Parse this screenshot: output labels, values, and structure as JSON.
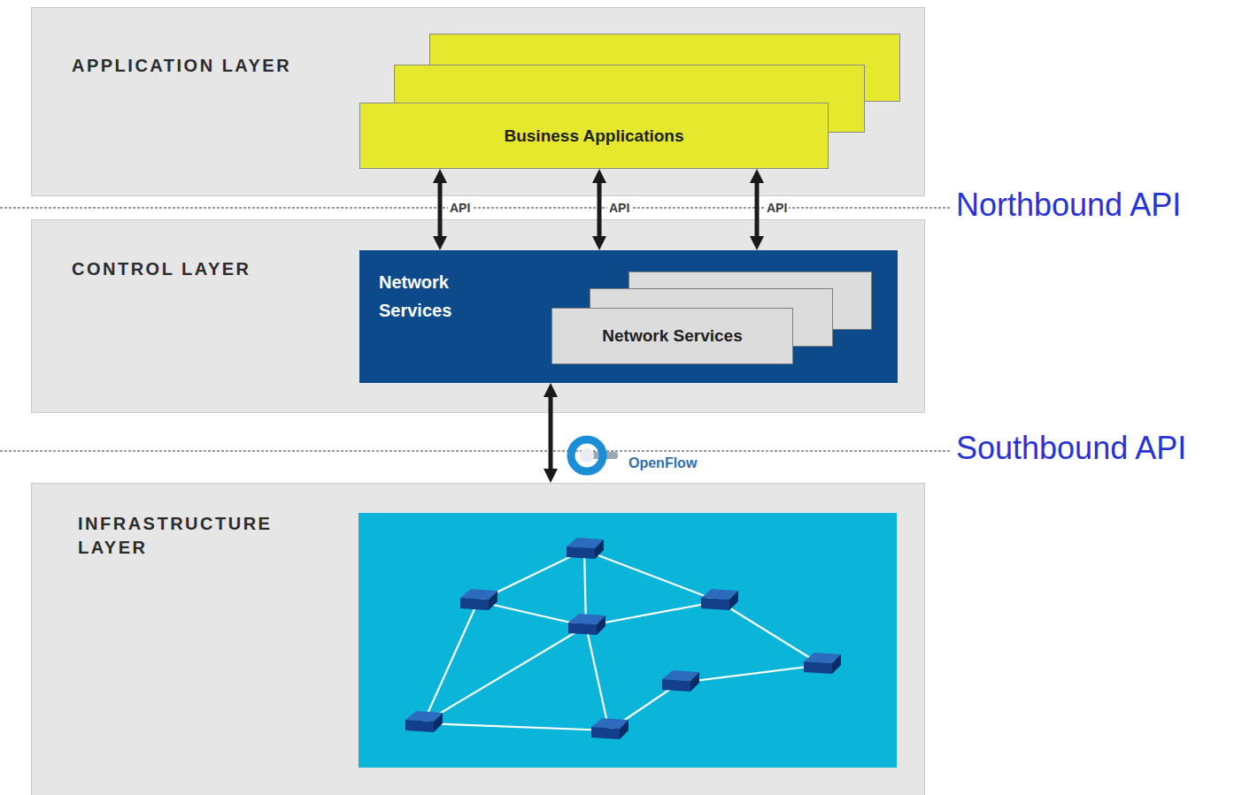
{
  "diagram": {
    "nodes": [
      {
        "text": [
          "APPLICATION LAYER"
        ]
      },
      {
        "text": [
          "Business Applications"
        ],
        "in": 0
      },
      {
        "text": [
          "CONTROL LAYER"
        ]
      },
      {
        "text": [
          "Network Services"
        ],
        "in": 2
      },
      {
        "text": [
          "Network Services"
        ],
        "in": 3
      },
      {
        "text": [
          "INFRASTRUCTURE LAYER"
        ]
      }
    ],
    "edges": [
      {
        "from": 1,
        "to": 3,
        "arrow": "both",
        "label": "API"
      },
      {
        "from": 1,
        "to": 3,
        "arrow": "both",
        "label": "API"
      },
      {
        "from": 1,
        "to": 3,
        "arrow": "both",
        "label": "API"
      },
      {
        "from": 3,
        "to": 5,
        "arrow": "both",
        "label": "OpenFlow"
      }
    ],
    "labels": [
      "Northbound API",
      "Southbound API"
    ]
  }
}
